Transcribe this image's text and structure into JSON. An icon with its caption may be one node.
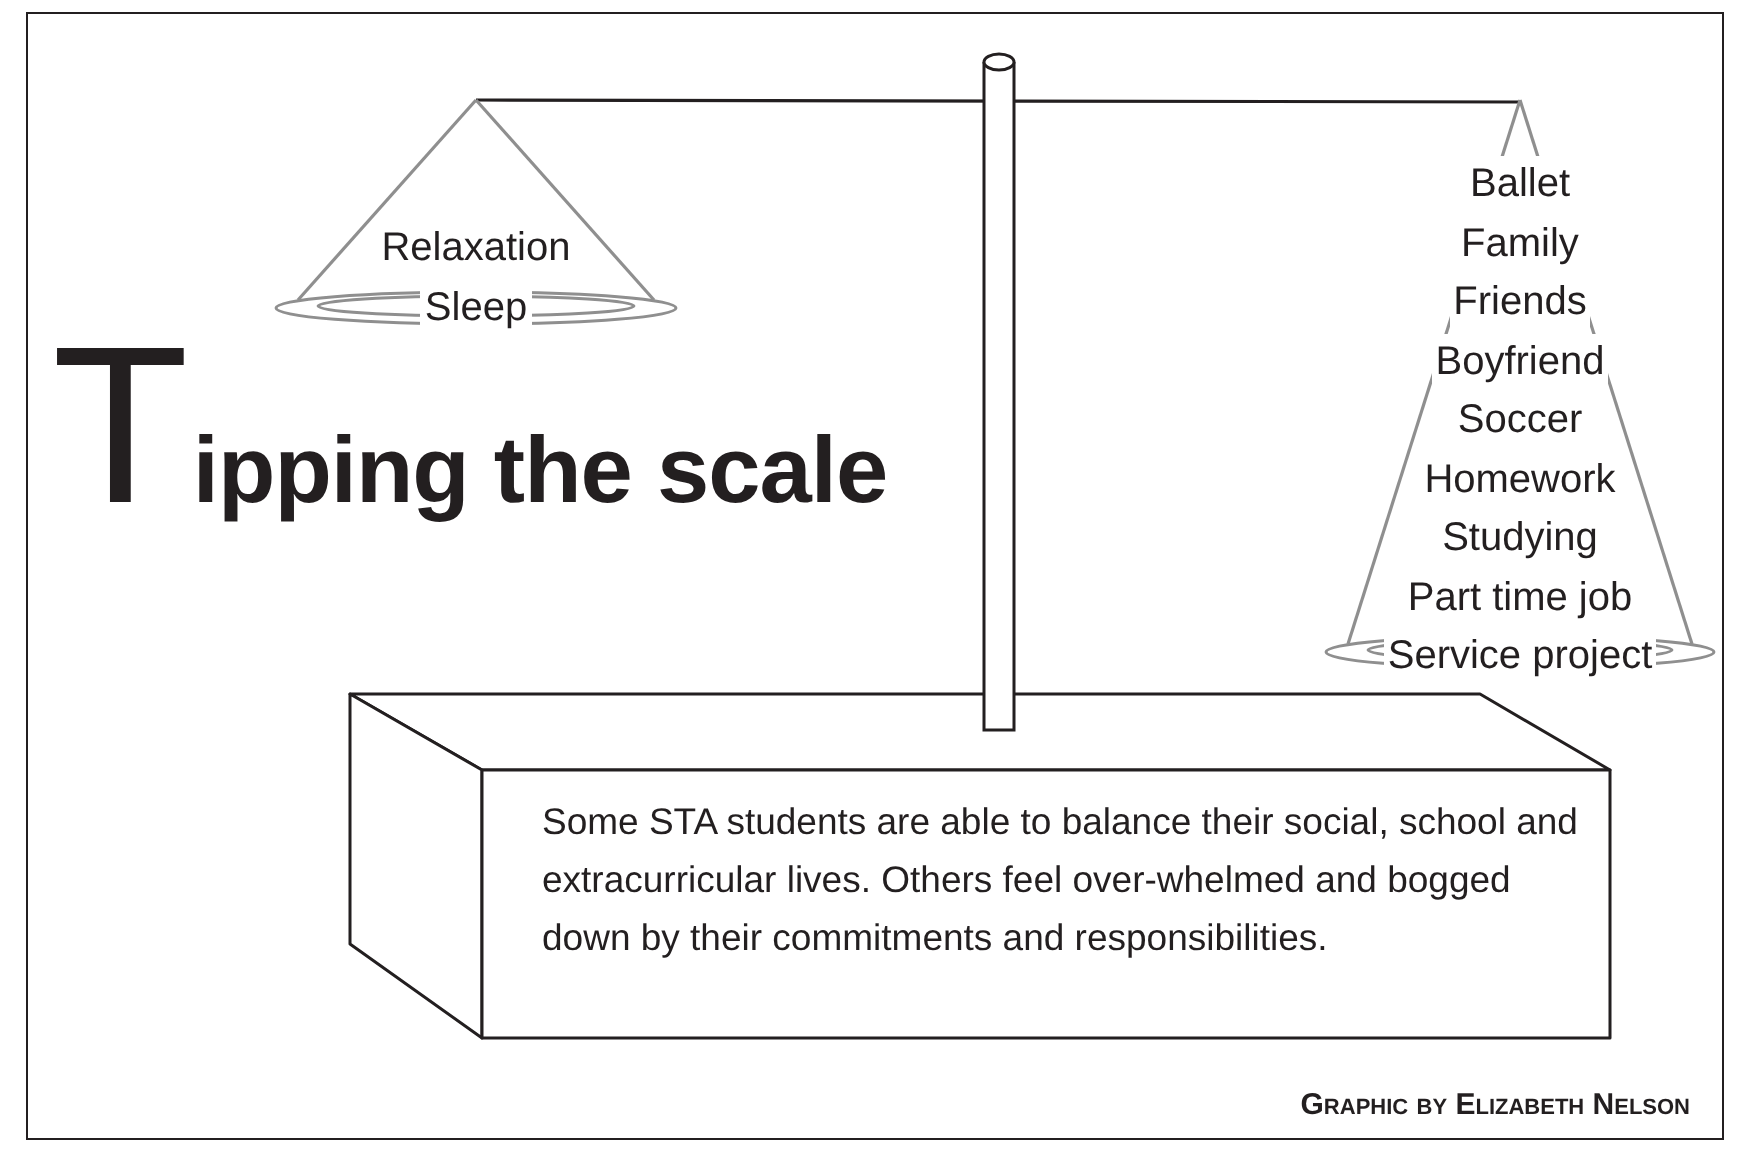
{
  "diagram": {
    "title": "Tipping the scale",
    "caption": "Graphic by Elizabeth Nelson",
    "nodes": [
      {
        "text": [
          "Relaxation",
          "Sleep"
        ]
      },
      {
        "text": [
          "Ballet",
          "Family",
          "Friends",
          "Boyfriend",
          "Soccer",
          "Homework",
          "Studying",
          "Part time job",
          "Service project"
        ]
      },
      {
        "text": [
          "Some STA students are able to balance their social, school and extracurricular lives.  Others feel over-whelmed and bogged down by their commitments and responsibilities."
        ]
      }
    ]
  }
}
